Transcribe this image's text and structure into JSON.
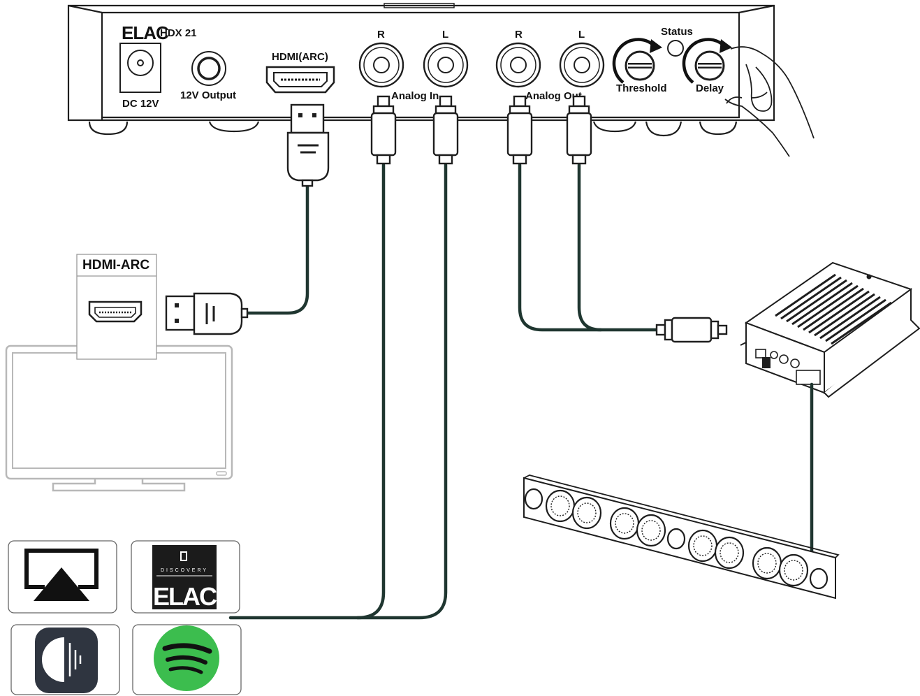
{
  "device": {
    "brand": "ELAC",
    "model": "HDX 21",
    "ports": {
      "dc": "DC 12V",
      "output12v": "12V Output",
      "hdmi": "HDMI(ARC)",
      "analog_in_r": "R",
      "analog_in_l": "L",
      "analog_in": "Analog In",
      "analog_out_r": "R",
      "analog_out_l": "L",
      "analog_out": "Analog Out",
      "status": "Status",
      "threshold": "Threshold",
      "delay": "Delay"
    }
  },
  "tv": {
    "port_label": "HDMI-ARC"
  },
  "sources": {
    "discovery_text": "DISCOVERY",
    "discovery_logo": "ELAC"
  },
  "icons": [
    "airplay-icon",
    "elac-discovery-icon",
    "roon-icon",
    "spotify-icon"
  ],
  "colors": {
    "cable": "#1f3630",
    "spotify": "#3cbd4e",
    "roon": "#2f3540",
    "tv_outline": "#b8b8b8"
  }
}
